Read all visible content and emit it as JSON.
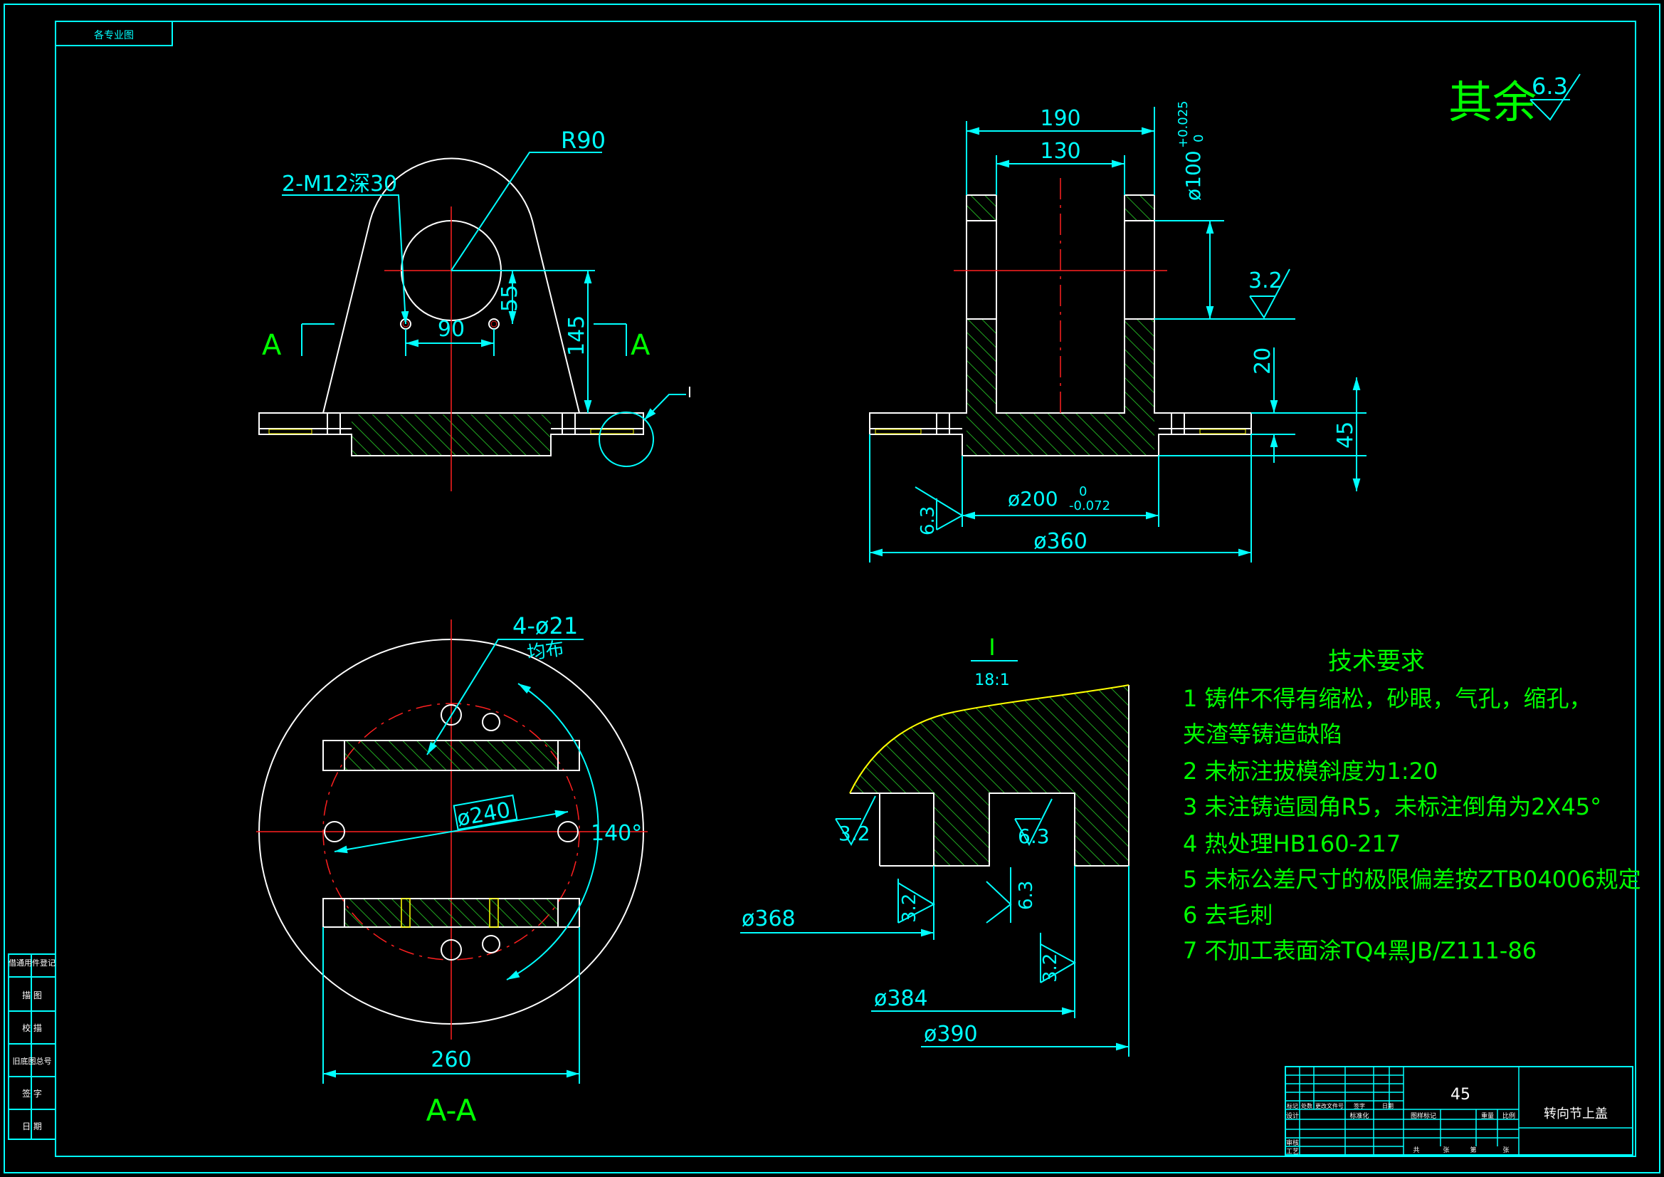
{
  "drawing": {
    "corner_tab": "各专业图",
    "roughness_note": {
      "label": "其余",
      "value": "6.3"
    },
    "front_view": {
      "radius": "R90",
      "threaded_holes": "2-M12深30",
      "hole_spacing": "90",
      "hole_height": "55",
      "height": "145",
      "section_mark_left": "A",
      "section_mark_right": "A",
      "detail_callout": "I"
    },
    "side_view": {
      "outer_width": "190",
      "inner_width": "130",
      "bore": "ø100",
      "bore_tol_upper": "+0.025",
      "bore_tol_lower": "0",
      "roughness_bore": "3.2",
      "flange_thickness": "20",
      "flange_total": "45",
      "roughness_spigot": "6.3",
      "spigot_dia": "ø200",
      "spigot_tol_upper": "0",
      "spigot_tol_lower": "-0.072",
      "flange_dia": "ø360"
    },
    "section_view": {
      "holes": "4-ø21",
      "holes_note": "均布",
      "bolt_circle": "ø240",
      "angle": "140°",
      "width": "260",
      "title": "A-A"
    },
    "detail_view": {
      "label": "I",
      "scale": "18:1",
      "rough_a": "3.2",
      "rough_b": "6.3",
      "rough_c": "3.2",
      "rough_d": "6.3",
      "rough_e": "3.2",
      "dia_a": "ø368",
      "dia_b": "ø384",
      "dia_c": "ø390"
    },
    "tech_requirements": {
      "title": "技术要求",
      "items": [
        "1  铸件不得有缩松，砂眼，气孔，缩孔，",
        "    夹渣等铸造缺陷",
        "2  未标注拔模斜度为1:20",
        "3  未注铸造圆角R5，未标注倒角为2X45°",
        "4  热处理HB160-217",
        "5  未标公差尺寸的极限偏差按ZTB04006规定",
        "6  去毛刺",
        "7  不加工表面涂TQ4黑JB/Z111-86"
      ]
    },
    "left_margin_labels": [
      "借通用件登记",
      "描  图",
      "校  描",
      "旧底图总号",
      "签  字",
      "日  期"
    ],
    "title_block": {
      "material": "45",
      "part_name": "转向节上盖",
      "row_labels": [
        "设计",
        "审核",
        "工艺"
      ],
      "header_labels": [
        "标记",
        "处数",
        "更改文件号",
        "签字",
        "日期"
      ],
      "col_labels": [
        "图样标记",
        "重量",
        "比例"
      ],
      "std_label": "标准化",
      "sheet_labels": [
        "共",
        "张",
        "第",
        "张"
      ]
    },
    "colors": {
      "background": "#000000",
      "outline": "#ffffff",
      "dimension": "#00ffff",
      "centerline": "#ff2020",
      "text_green": "#00ff00",
      "hatch": "#22aa22"
    }
  }
}
